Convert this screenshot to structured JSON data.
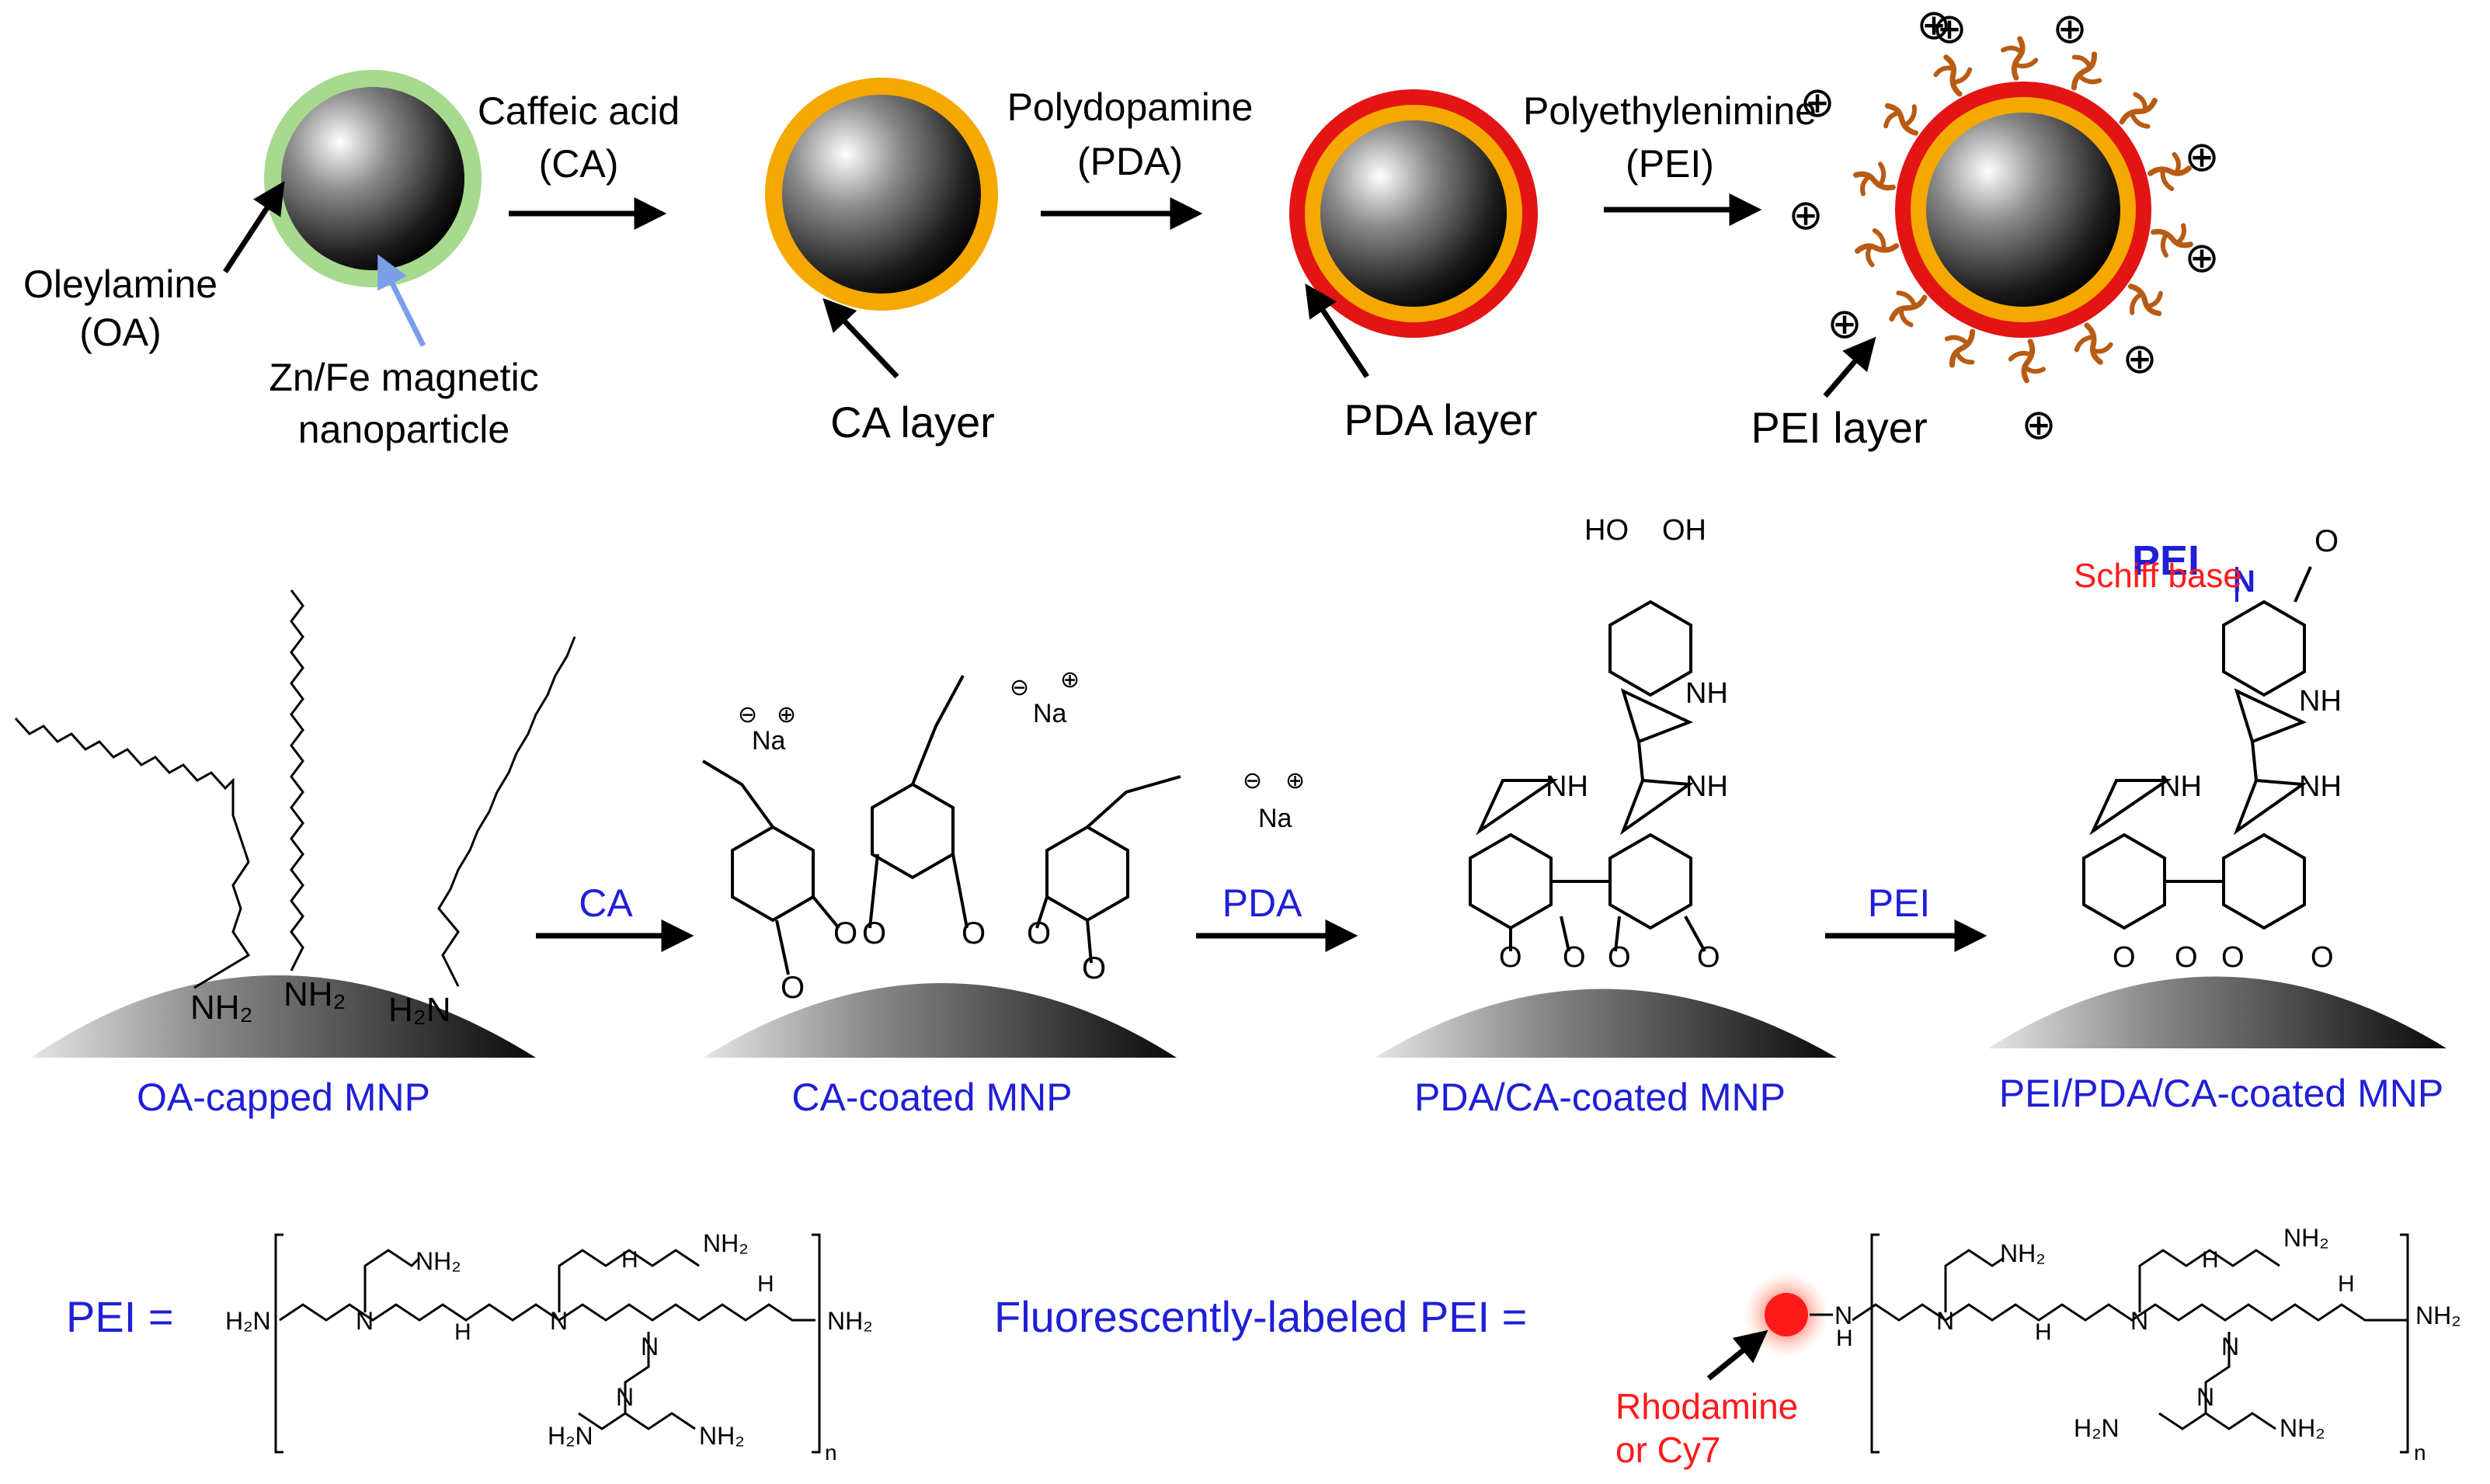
{
  "top_row": {
    "oa_label_1": "Oleylamine",
    "oa_label_2": "(OA)",
    "mnp_label_1": "Zn/Fe magnetic",
    "mnp_label_2": "nanoparticle",
    "step1_1": "Caffeic acid",
    "step1_2": "(CA)",
    "step2_1": "Polydopamine",
    "step2_2": "(PDA)",
    "step3_1": "Polyethylenimine",
    "step3_2": "(PEI)",
    "ca_layer": "CA layer",
    "pda_layer": "PDA layer",
    "pei_layer": "PEI layer",
    "charge": "⊕"
  },
  "mid_row": {
    "arrow_ca": "CA",
    "arrow_pda": "PDA",
    "arrow_pei": "PEI",
    "cap_oa": "OA-capped  MNP",
    "cap_ca": "CA-coated  MNP",
    "cap_pda": "PDA/CA-coated  MNP",
    "cap_pei": "PEI/PDA/CA-coated  MNP",
    "nh2": "NH₂",
    "h2n": "H₂N",
    "na": "Na",
    "o": "O",
    "nh": "NH",
    "ho": "HO",
    "oh": "OH",
    "pei_n_label": "PEI",
    "n": "N",
    "schiff": "Schiff base",
    "minus": "⊖",
    "plus": "⊕"
  },
  "bottom_row": {
    "pei_eq": "PEI =",
    "fl_pei_eq": "Fluorescently-labeled PEI =",
    "h2n": "H₂N",
    "nh2": "NH₂",
    "n": "N",
    "h": "H",
    "sub_n": "n",
    "dye_1": "Rhodamine",
    "dye_2": "or Cy7"
  },
  "colors": {
    "blue": "#1f1fd6",
    "red": "#ff1a1a",
    "green_shell": "#a7d98f",
    "ca_shell": "#f5a800",
    "pda_shell": "#e31414",
    "pei_brush": "#b85b14",
    "arrow_blue": "#7a9ee8"
  }
}
